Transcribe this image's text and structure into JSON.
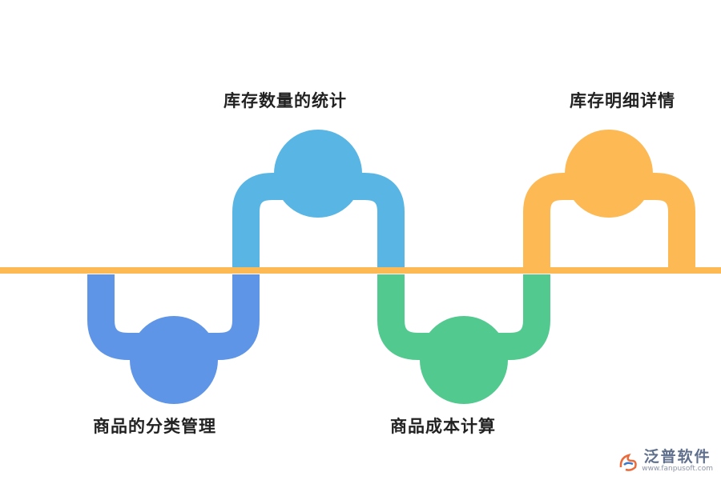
{
  "steps": [
    {
      "label": "商品的分类管理",
      "color": "#5F95E6",
      "position": "below"
    },
    {
      "label": "库存数量的统计",
      "color": "#58B5E4",
      "position": "above"
    },
    {
      "label": "商品成本计算",
      "color": "#52C98F",
      "position": "below"
    },
    {
      "label": "库存明细详情",
      "color": "#FDB954",
      "position": "above"
    }
  ],
  "timeline_color": "#FDB954",
  "watermark": {
    "brand": "泛普软件",
    "url": "www.fanpusoft.com"
  }
}
